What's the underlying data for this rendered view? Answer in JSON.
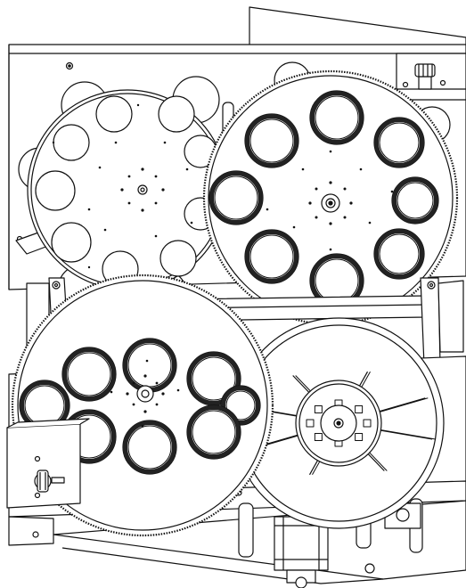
{
  "colors": {
    "background": "#ffffff",
    "line": "#111111",
    "ring": "#222222",
    "fill_light": "#ffffff",
    "fill_shade": "#e6e6e6"
  },
  "upper_left_wheel": {
    "apertures": 9
  },
  "upper_right_wheel": {
    "apertures": 8
  },
  "lower_left_wheel": {
    "apertures": 8
  },
  "lower_right_wheel": {
    "spokes": 8,
    "inner_slots": 8
  }
}
